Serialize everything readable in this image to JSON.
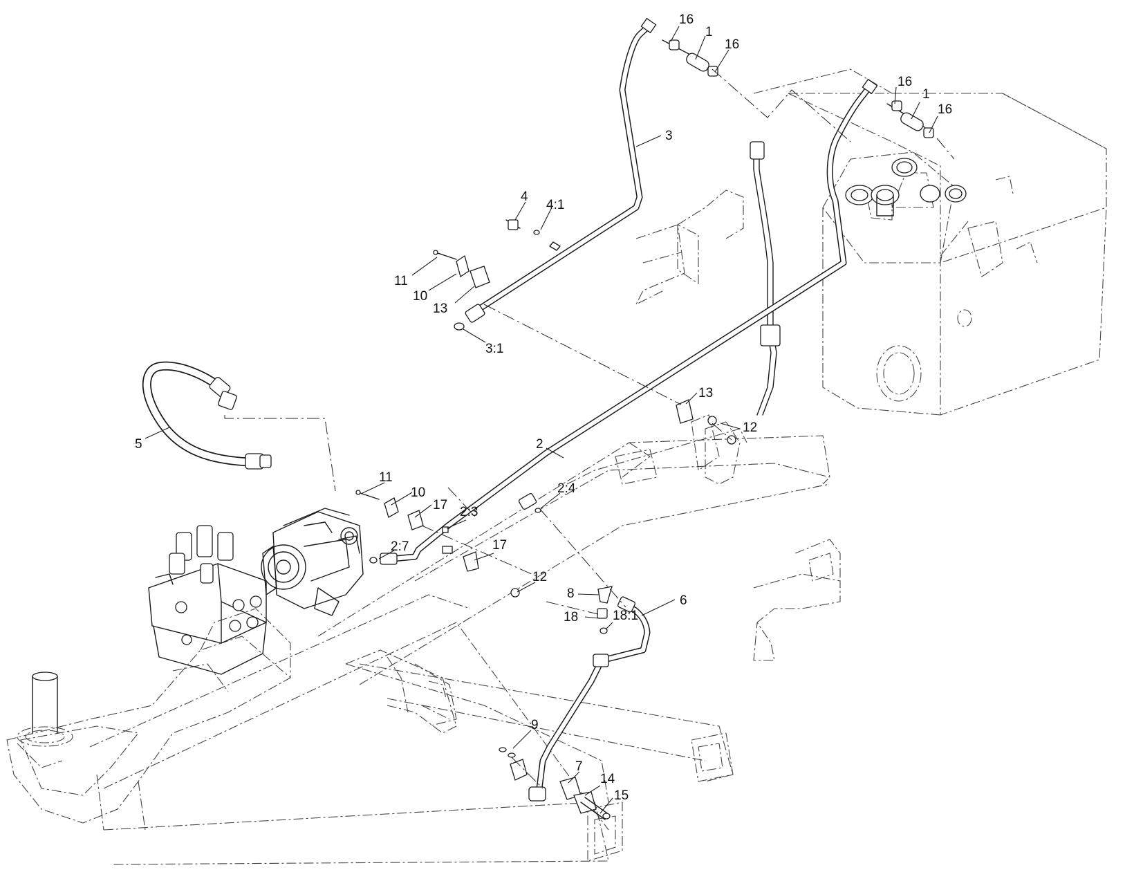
{
  "diagram": {
    "callouts": [
      {
        "id": "c16a",
        "text": "16"
      },
      {
        "id": "c1a",
        "text": "1"
      },
      {
        "id": "c16b",
        "text": "16"
      },
      {
        "id": "c16c",
        "text": "16"
      },
      {
        "id": "c1b",
        "text": "1"
      },
      {
        "id": "c16d",
        "text": "16"
      },
      {
        "id": "c3",
        "text": "3"
      },
      {
        "id": "c4",
        "text": "4"
      },
      {
        "id": "c4_1",
        "text": "4:1"
      },
      {
        "id": "c11a",
        "text": "11"
      },
      {
        "id": "c10a",
        "text": "10"
      },
      {
        "id": "c13a",
        "text": "13"
      },
      {
        "id": "c3_1",
        "text": "3:1"
      },
      {
        "id": "c13b",
        "text": "13"
      },
      {
        "id": "c12a",
        "text": "12"
      },
      {
        "id": "c5",
        "text": "5"
      },
      {
        "id": "c2",
        "text": "2"
      },
      {
        "id": "c11b",
        "text": "11"
      },
      {
        "id": "c10b",
        "text": "10"
      },
      {
        "id": "c17a",
        "text": "17"
      },
      {
        "id": "c2_3",
        "text": "2:3"
      },
      {
        "id": "c2_4",
        "text": "2:4"
      },
      {
        "id": "c2_7",
        "text": "2:7"
      },
      {
        "id": "c17b",
        "text": "17"
      },
      {
        "id": "c12b",
        "text": "12"
      },
      {
        "id": "c8",
        "text": "8"
      },
      {
        "id": "c6",
        "text": "6"
      },
      {
        "id": "c18",
        "text": "18"
      },
      {
        "id": "c18_1",
        "text": "18:1"
      },
      {
        "id": "c9",
        "text": "9"
      },
      {
        "id": "c7",
        "text": "7"
      },
      {
        "id": "c14",
        "text": "14"
      },
      {
        "id": "c15",
        "text": "15"
      }
    ]
  }
}
